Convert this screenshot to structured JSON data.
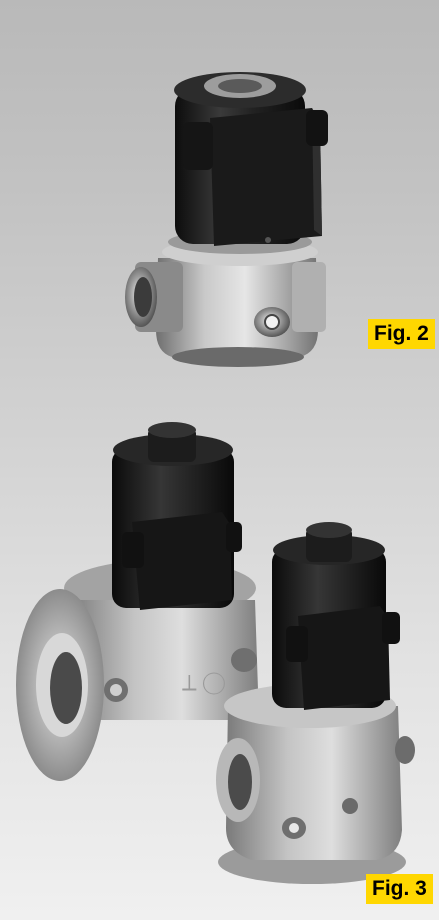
{
  "captions": {
    "fig2": "Fig. 2",
    "fig3": "Fig. 3"
  },
  "images": {
    "top": "single solenoid valve with threaded body",
    "bottom": "two solenoid valves, flanged and threaded"
  },
  "colors": {
    "background_top": "#b9b9b9",
    "background_bottom": "#f0f0f0",
    "label_bg": "#ffd700",
    "coil": "#1f1f1f",
    "body": "#a9a9a9"
  }
}
